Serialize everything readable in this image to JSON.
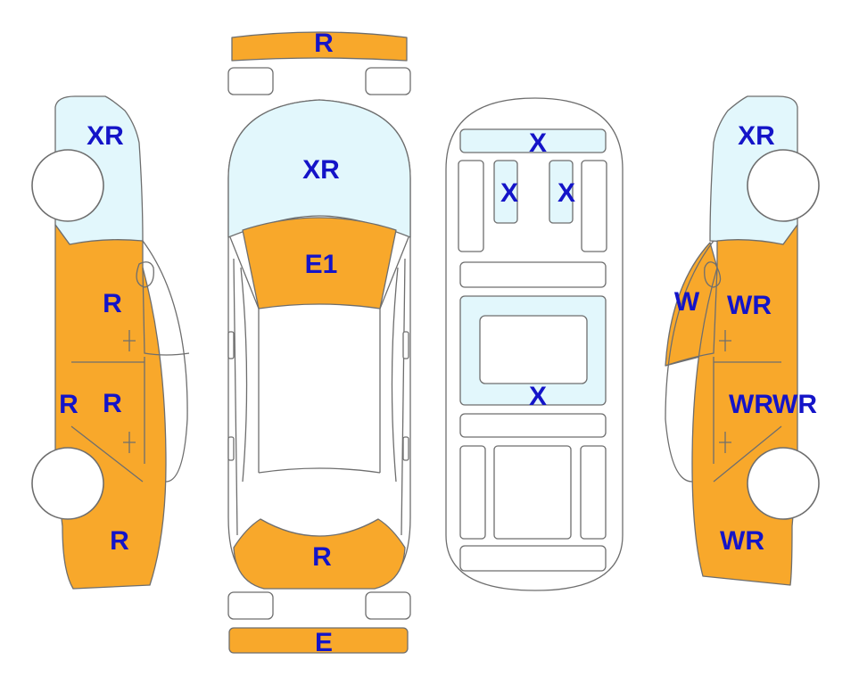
{
  "colors": {
    "damaged": "#f8a82b",
    "glass": "#e2f7fc",
    "body": "#ffffff",
    "outline": "#6e6e6e",
    "label": "#1414c8"
  },
  "labels": {
    "front_bumper": "R",
    "rear_bumper": "E",
    "top_windshield": "XR",
    "top_hood": "E1",
    "top_trunk": "R",
    "under_front": "X",
    "under_mid_left": "X",
    "under_mid_right": "X",
    "under_center": "X",
    "left_fender": "XR",
    "left_front_door": "R",
    "left_rear_door": "R",
    "left_rocker": "R",
    "left_quarter": "R",
    "right_fender": "XR",
    "right_mirror": "W",
    "right_front_door": "WR",
    "right_rear_door": "WR",
    "right_rocker": "WR",
    "right_quarter": "WR"
  }
}
